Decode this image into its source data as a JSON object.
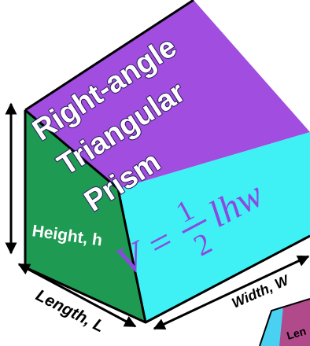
{
  "title": {
    "line1": "Right-angle",
    "line2": "Triangular",
    "line3": "Prism"
  },
  "formula": {
    "lhs": "V",
    "equals": "=",
    "numerator": "1",
    "denominator": "2",
    "variables": "lhw"
  },
  "labels": {
    "height": "Height, h",
    "length": "Length, L",
    "width": "Width, W",
    "partial_next": "Len"
  },
  "colors": {
    "front_face": "#1e9a52",
    "slant_face_top": "#a04de0",
    "slant_face_bottom": "#3ff0f4",
    "outline": "#000000",
    "title_text": "#ffffff",
    "formula_text": "#8a4ae0",
    "partial_shape": "#b04a8a"
  }
}
